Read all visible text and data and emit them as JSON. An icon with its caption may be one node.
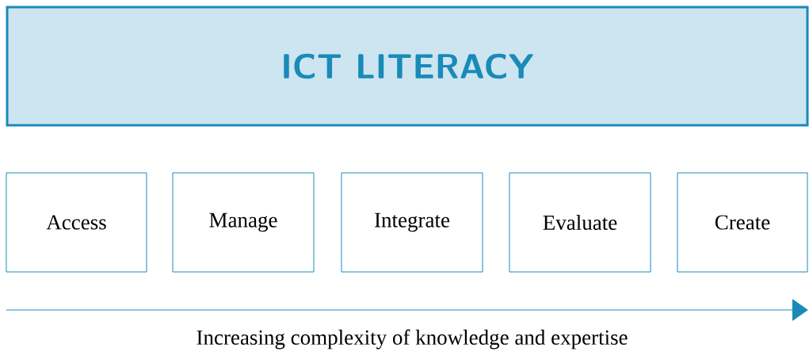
{
  "diagram": {
    "nodes": [
      {
        "text": [
          "ICT LITERACY"
        ]
      },
      {
        "text": [
          "Access"
        ]
      },
      {
        "text": [
          "Manage"
        ]
      },
      {
        "text": [
          "Integrate"
        ]
      },
      {
        "text": [
          "Evaluate"
        ]
      },
      {
        "text": [
          "Create"
        ]
      }
    ],
    "labels": [
      "Increasing complexity of knowledge and expertise"
    ]
  }
}
